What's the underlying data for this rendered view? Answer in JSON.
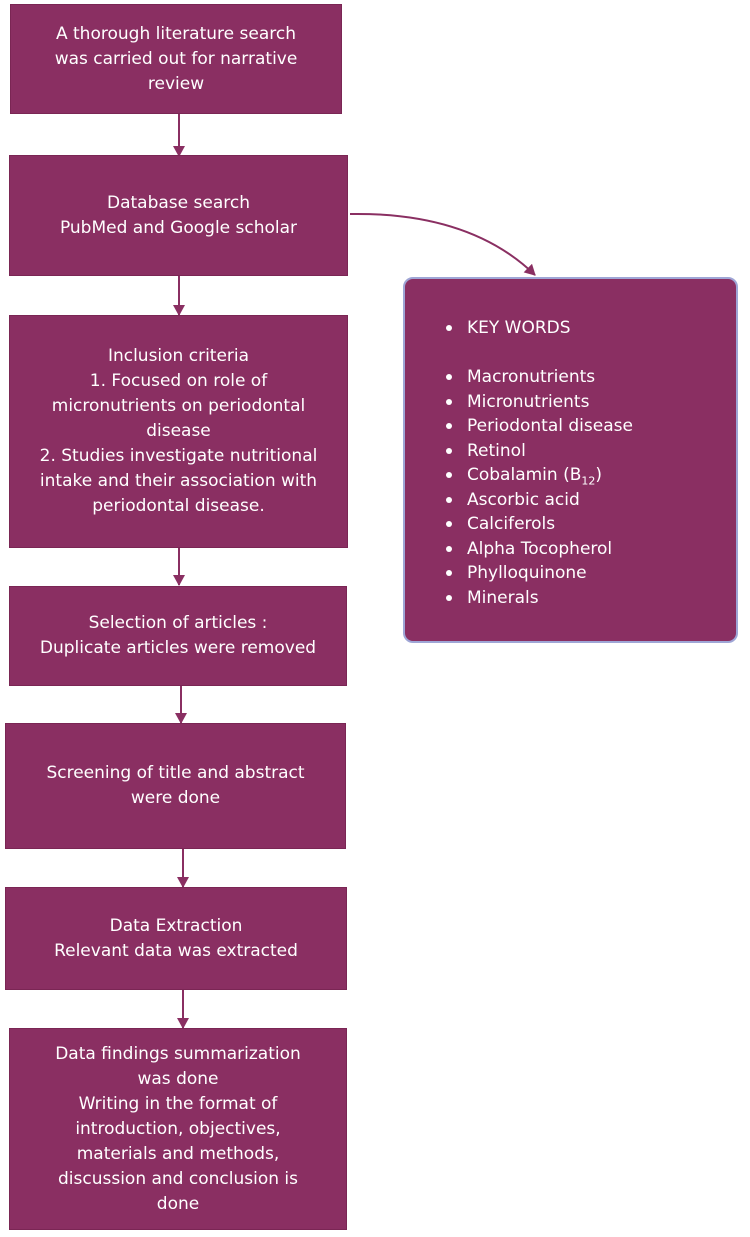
{
  "steps": [
    {
      "lines": [
        "A thorough literature search",
        "was carried out for narrative",
        "review"
      ]
    },
    {
      "lines": [
        "Database search",
        "PubMed and Google scholar"
      ]
    },
    {
      "lines": [
        "Inclusion criteria",
        "1. Focused on role of",
        "micronutrients on periodontal",
        "disease",
        "2. Studies investigate nutritional",
        "intake and their association with",
        "periodontal disease."
      ]
    },
    {
      "lines": [
        "Selection of articles :",
        "Duplicate articles were removed"
      ]
    },
    {
      "lines": [
        "Screening of title and abstract",
        "were done"
      ]
    },
    {
      "lines": [
        "Data Extraction",
        "Relevant data was extracted"
      ]
    },
    {
      "lines": [
        "Data findings summarization",
        "was done",
        "Writing in the format of",
        "introduction, objectives,",
        "materials and methods,",
        "discussion and conclusion is",
        "done"
      ]
    }
  ],
  "keywords": {
    "heading": "KEY WORDS",
    "items": [
      "Macronutrients",
      "Micronutrients",
      "Periodontal disease",
      "Retinol",
      "Cobalamin (B",
      "Ascorbic acid",
      "Calciferols",
      "Alpha Tocopherol",
      "Phylloquinone",
      "Minerals"
    ],
    "cobalamin_subscript": "12",
    "cobalamin_close": ")"
  },
  "colors": {
    "box_fill": "#8a2f62",
    "arrow": "#8a2f62",
    "keyword_border": "#9fa6d6",
    "text": "#ffffff"
  }
}
